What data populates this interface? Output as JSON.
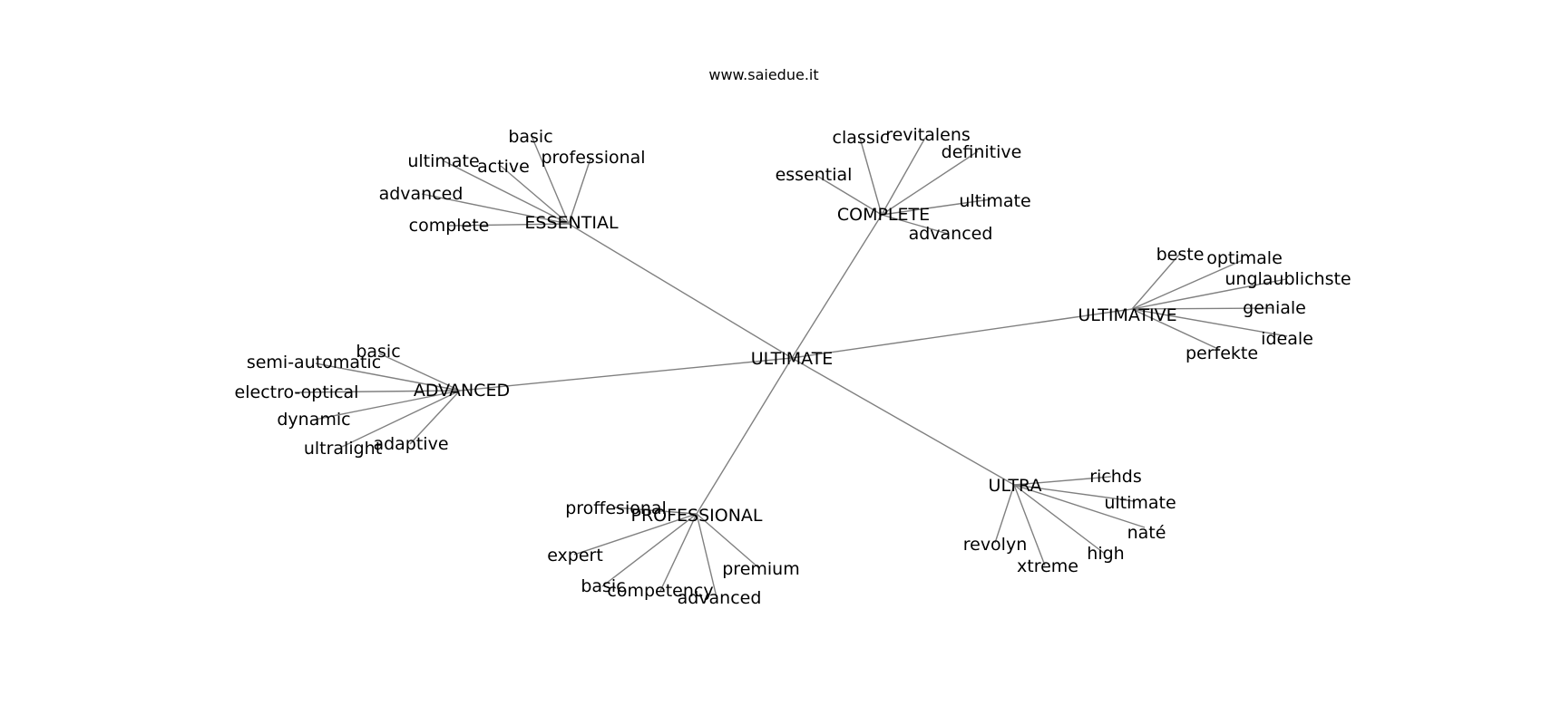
{
  "title": "www.saiedue.it",
  "colors": {
    "edge": "#808080",
    "text": "#000000",
    "background": "#ffffff"
  },
  "root": "ULTIMATE",
  "clusters": [
    {
      "label": "ESSENTIAL",
      "leaves": [
        "basic",
        "professional",
        "active",
        "ultimate",
        "advanced",
        "complete"
      ]
    },
    {
      "label": "COMPLETE",
      "leaves": [
        "classic",
        "revitalens",
        "definitive",
        "essential",
        "ultimate",
        "advanced"
      ]
    },
    {
      "label": "ULTIMATIVE",
      "leaves": [
        "beste",
        "optimale",
        "unglaublichste",
        "geniale",
        "ideale",
        "perfekte"
      ]
    },
    {
      "label": "ADVANCED",
      "leaves": [
        "basic",
        "semi-automatic",
        "electro-optical",
        "dynamic",
        "ultralight",
        "adaptive"
      ]
    },
    {
      "label": "PROFESSIONAL",
      "leaves": [
        "proffesional",
        "expert",
        "basic",
        "competency",
        "advanced",
        "premium"
      ]
    },
    {
      "label": "ULTRA",
      "leaves": [
        "richds",
        "ultimate",
        "naté",
        "high",
        "xtreme",
        "revolyn"
      ]
    }
  ]
}
